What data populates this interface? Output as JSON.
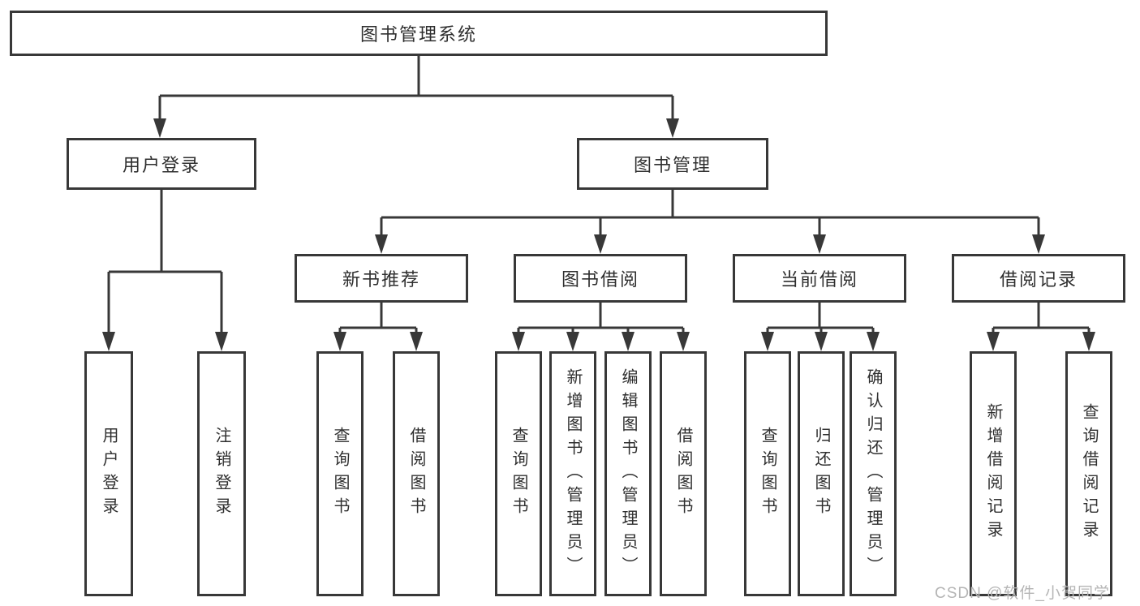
{
  "tree": {
    "root": {
      "label": "图书管理系统",
      "children": [
        {
          "label": "用户登录",
          "children": [
            {
              "label": "用户登录"
            },
            {
              "label": "注销登录"
            }
          ]
        },
        {
          "label": "图书管理",
          "children": [
            {
              "label": "新书推荐",
              "children": [
                {
                  "label": "查询图书"
                },
                {
                  "label": "借阅图书"
                }
              ]
            },
            {
              "label": "图书借阅",
              "children": [
                {
                  "label": "查询图书"
                },
                {
                  "label": "新增图书（管理员）"
                },
                {
                  "label": "编辑图书（管理员）"
                },
                {
                  "label": "借阅图书"
                }
              ]
            },
            {
              "label": "当前借阅",
              "children": [
                {
                  "label": "查询图书"
                },
                {
                  "label": "归还图书"
                },
                {
                  "label": "确认归还（管理员）"
                }
              ]
            },
            {
              "label": "借阅记录",
              "children": [
                {
                  "label": "新增借阅记录"
                },
                {
                  "label": "查询借阅记录"
                }
              ]
            }
          ]
        }
      ]
    },
    "watermark": "CSDN @软件_小贺同学",
    "colors": {
      "line": "#383838",
      "box_border": "#383838",
      "box_background": "#ffffff",
      "text": "#2f2f2f",
      "watermark_text": "#b5b5b5"
    }
  }
}
